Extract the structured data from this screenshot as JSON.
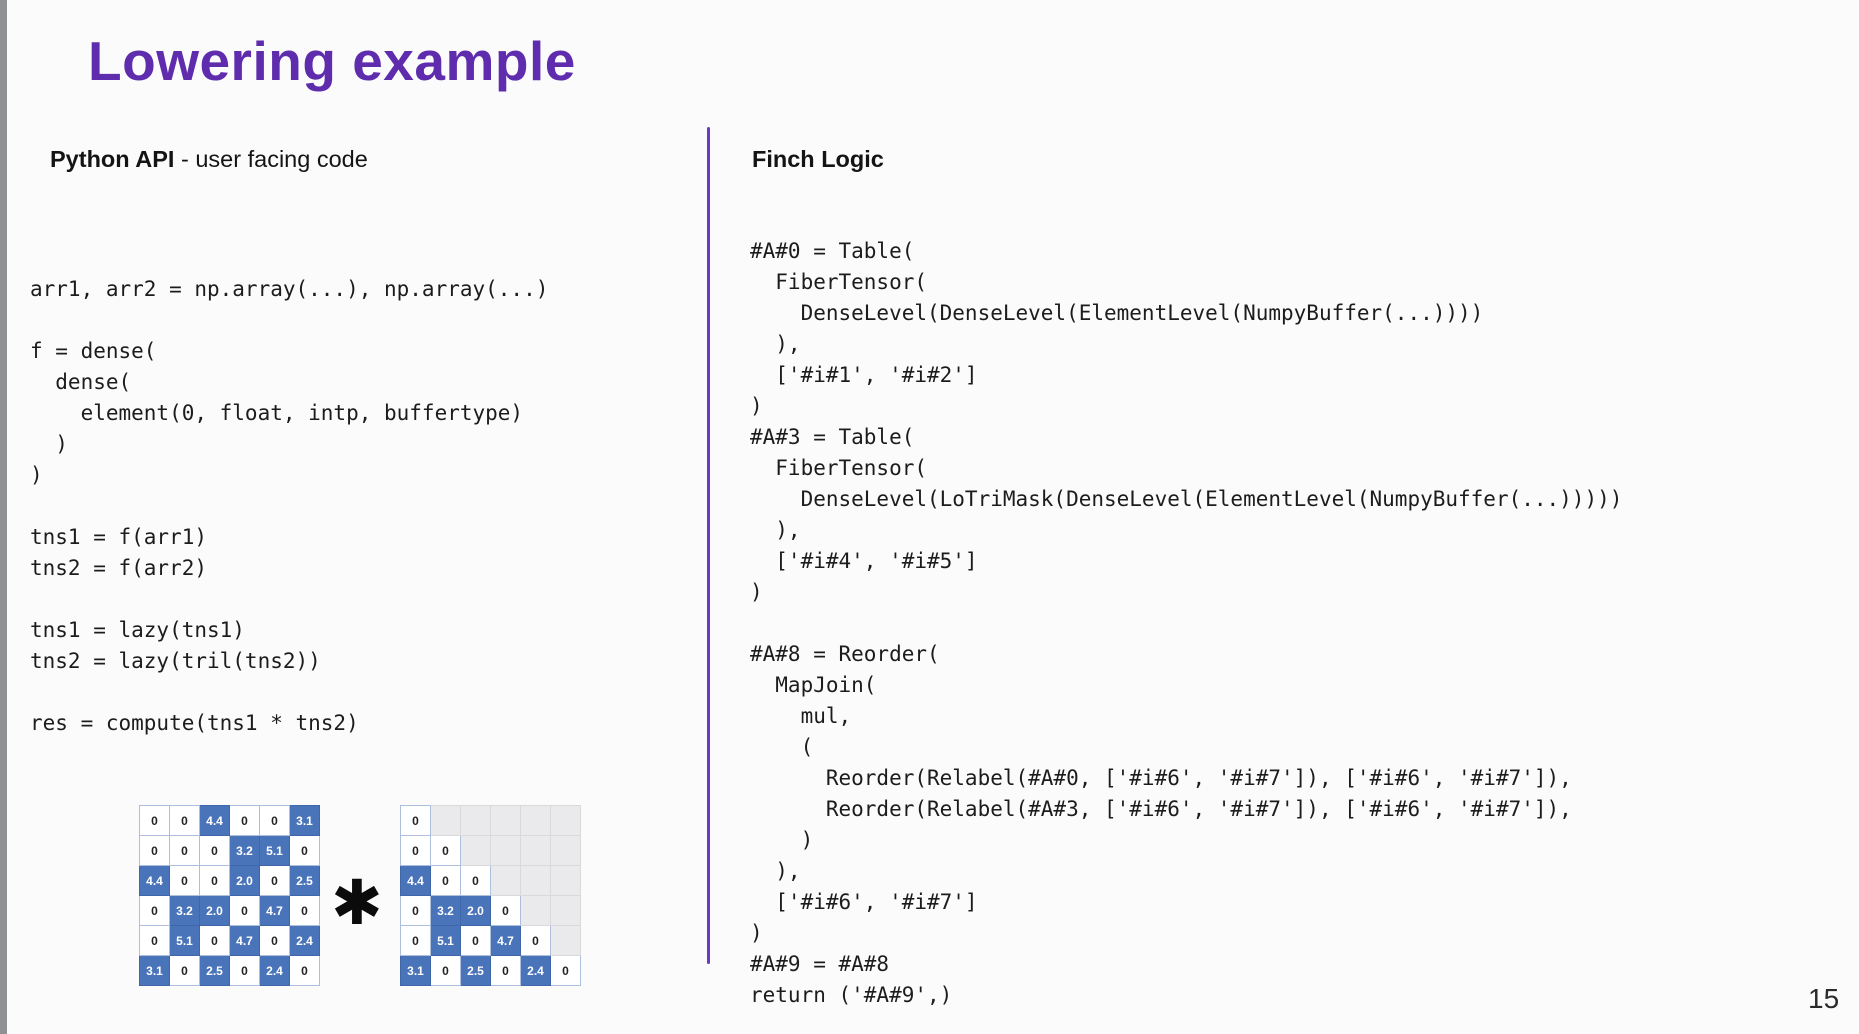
{
  "slide": {
    "title": "Lowering example",
    "page_number": "15"
  },
  "left_panel": {
    "heading_bold": "Python API",
    "heading_rest": " - user facing code",
    "code": "arr1, arr2 = np.array(...), np.array(...)\n\nf = dense(\n  dense(\n    element(0, float, intp, buffertype)\n  )\n)\n\ntns1 = f(arr1)\ntns2 = f(arr2)\n\ntns1 = lazy(tns1)\ntns2 = lazy(tril(tns2))\n\nres = compute(tns1 * tns2)"
  },
  "right_panel": {
    "heading": "Finch Logic",
    "code": "#A#0 = Table(\n  FiberTensor(\n    DenseLevel(DenseLevel(ElementLevel(NumpyBuffer(...))))\n  ),\n  ['#i#1', '#i#2']\n)\n#A#3 = Table(\n  FiberTensor(\n    DenseLevel(LoTriMask(DenseLevel(ElementLevel(NumpyBuffer(...)))))\n  ),\n  ['#i#4', '#i#5']\n)\n\n#A#8 = Reorder(\n  MapJoin(\n    mul,\n    (\n      Reorder(Relabel(#A#0, ['#i#6', '#i#7']), ['#i#6', '#i#7']),\n      Reorder(Relabel(#A#3, ['#i#6', '#i#7']), ['#i#6', '#i#7']),\n    )\n  ),\n  ['#i#6', '#i#7']\n)\n#A#9 = #A#8\nreturn ('#A#9',)"
  },
  "figure": {
    "operator": "✱",
    "matrix_a": {
      "rows": [
        [
          [
            "0",
            "w"
          ],
          [
            "0",
            "w"
          ],
          [
            "4.4",
            "b"
          ],
          [
            "0",
            "w"
          ],
          [
            "0",
            "w"
          ],
          [
            "3.1",
            "b"
          ]
        ],
        [
          [
            "0",
            "w"
          ],
          [
            "0",
            "w"
          ],
          [
            "0",
            "w"
          ],
          [
            "3.2",
            "b"
          ],
          [
            "5.1",
            "b"
          ],
          [
            "0",
            "w"
          ]
        ],
        [
          [
            "4.4",
            "b"
          ],
          [
            "0",
            "w"
          ],
          [
            "0",
            "w"
          ],
          [
            "2.0",
            "b"
          ],
          [
            "0",
            "w"
          ],
          [
            "2.5",
            "b"
          ]
        ],
        [
          [
            "0",
            "w"
          ],
          [
            "3.2",
            "b"
          ],
          [
            "2.0",
            "b"
          ],
          [
            "0",
            "w"
          ],
          [
            "4.7",
            "b"
          ],
          [
            "0",
            "w"
          ]
        ],
        [
          [
            "0",
            "w"
          ],
          [
            "5.1",
            "b"
          ],
          [
            "0",
            "w"
          ],
          [
            "4.7",
            "b"
          ],
          [
            "0",
            "w"
          ],
          [
            "2.4",
            "b"
          ]
        ],
        [
          [
            "3.1",
            "b"
          ],
          [
            "0",
            "w"
          ],
          [
            "2.5",
            "b"
          ],
          [
            "0",
            "w"
          ],
          [
            "2.4",
            "b"
          ],
          [
            "0",
            "w"
          ]
        ]
      ]
    },
    "matrix_b": {
      "rows": [
        [
          [
            "0",
            "w"
          ],
          [
            "",
            "g"
          ],
          [
            "",
            "g"
          ],
          [
            "",
            "g"
          ],
          [
            "",
            "g"
          ],
          [
            "",
            "g"
          ]
        ],
        [
          [
            "0",
            "w"
          ],
          [
            "0",
            "w"
          ],
          [
            "",
            "g"
          ],
          [
            "",
            "g"
          ],
          [
            "",
            "g"
          ],
          [
            "",
            "g"
          ]
        ],
        [
          [
            "4.4",
            "b"
          ],
          [
            "0",
            "w"
          ],
          [
            "0",
            "w"
          ],
          [
            "",
            "g"
          ],
          [
            "",
            "g"
          ],
          [
            "",
            "g"
          ]
        ],
        [
          [
            "0",
            "w"
          ],
          [
            "3.2",
            "b"
          ],
          [
            "2.0",
            "b"
          ],
          [
            "0",
            "w"
          ],
          [
            "",
            "g"
          ],
          [
            "",
            "g"
          ]
        ],
        [
          [
            "0",
            "w"
          ],
          [
            "5.1",
            "b"
          ],
          [
            "0",
            "w"
          ],
          [
            "4.7",
            "b"
          ],
          [
            "0",
            "w"
          ],
          [
            "",
            "g"
          ]
        ],
        [
          [
            "3.1",
            "b"
          ],
          [
            "0",
            "w"
          ],
          [
            "2.5",
            "b"
          ],
          [
            "0",
            "w"
          ],
          [
            "2.4",
            "b"
          ],
          [
            "0",
            "w"
          ]
        ]
      ]
    }
  },
  "colors": {
    "title_purple": "#5e2cad",
    "divider_purple": "#6b3ac2",
    "matrix_blue": "#4a74ba",
    "matrix_gray": "#eaeaec",
    "matrix_border": "#aebfdd",
    "edge_gray": "#8f9094"
  }
}
